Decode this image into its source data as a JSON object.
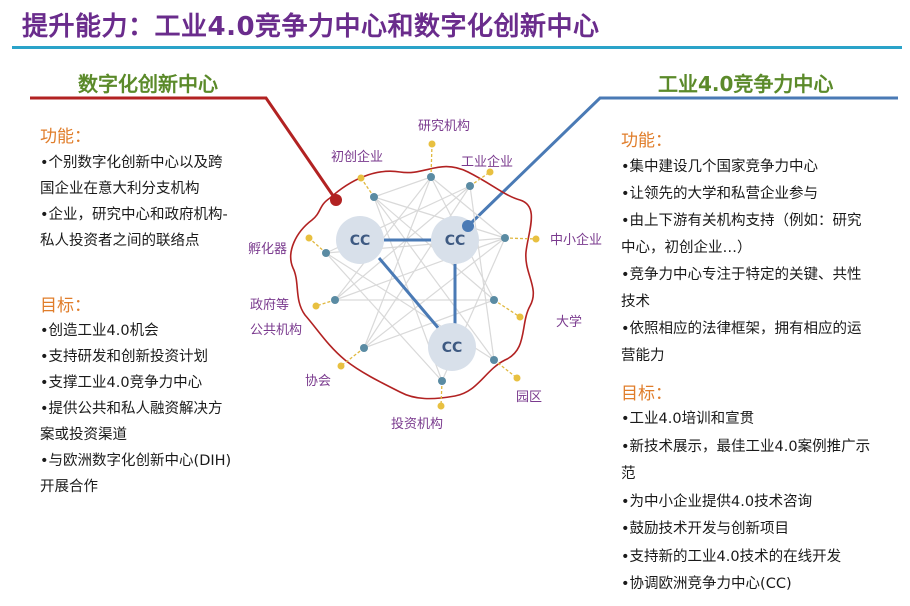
{
  "title": "提升能力：工业4.0竞争力中心和数字化创新中心",
  "left": {
    "heading": "数字化创新中心",
    "functions_label": "功能：",
    "functions": [
      "•个别数字化创新中心以及跨",
      "国企业在意大利分支机构",
      "•企业，研究中心和政府机构-",
      "私人投资者之间的联络点"
    ],
    "goals_label": "目标：",
    "goals": [
      "•创造工业4.0机会",
      "•支持研发和创新投资计划",
      "•支撑工业4.0竞争力中心",
      "•提供公共和私人融资解决方",
      "案或投资渠道",
      "•与欧洲数字化创新中心(DIH)",
      "开展合作"
    ]
  },
  "right": {
    "heading": "工业4.0竞争力中心",
    "functions_label": "功能：",
    "functions": [
      "•集中建设几个国家竞争力中心",
      "•让领先的大学和私营企业参与",
      "•由上下游有关机构支持（例如：研究",
      "中心，初创企业…）",
      "•竞争力中心专注于特定的关键、共性",
      "技术",
      "•依照相应的法律框架，拥有相应的运",
      "营能力"
    ],
    "goals_label": "目标：",
    "goals": [
      "•工业4.0培训和宣贯",
      "•新技术展示，最佳工业4.0案例推广示",
      "范",
      "•为中小企业提供4.0技术咨询",
      "•鼓励技术开发与创新项目",
      "•支持新的工业4.0技术的在线开发",
      "•协调欧洲竞争力中心(CC)"
    ]
  },
  "diagram": {
    "hubs": [
      "CC",
      "CC",
      "CC"
    ],
    "nodes": [
      "研究机构",
      "工业企业",
      "中小企业",
      "大学",
      "园区",
      "投资机构",
      "协会",
      "政府等",
      "公共机构",
      "孵化器",
      "初创企业"
    ]
  },
  "colors": {
    "title": "#6a2c8c",
    "rule": "#2aa3c9",
    "heading": "#5b8a2a",
    "subhead": "#e07d2a",
    "red": "#b22222",
    "blue": "#4a7ab5",
    "node_label": "#7a3a8e"
  }
}
